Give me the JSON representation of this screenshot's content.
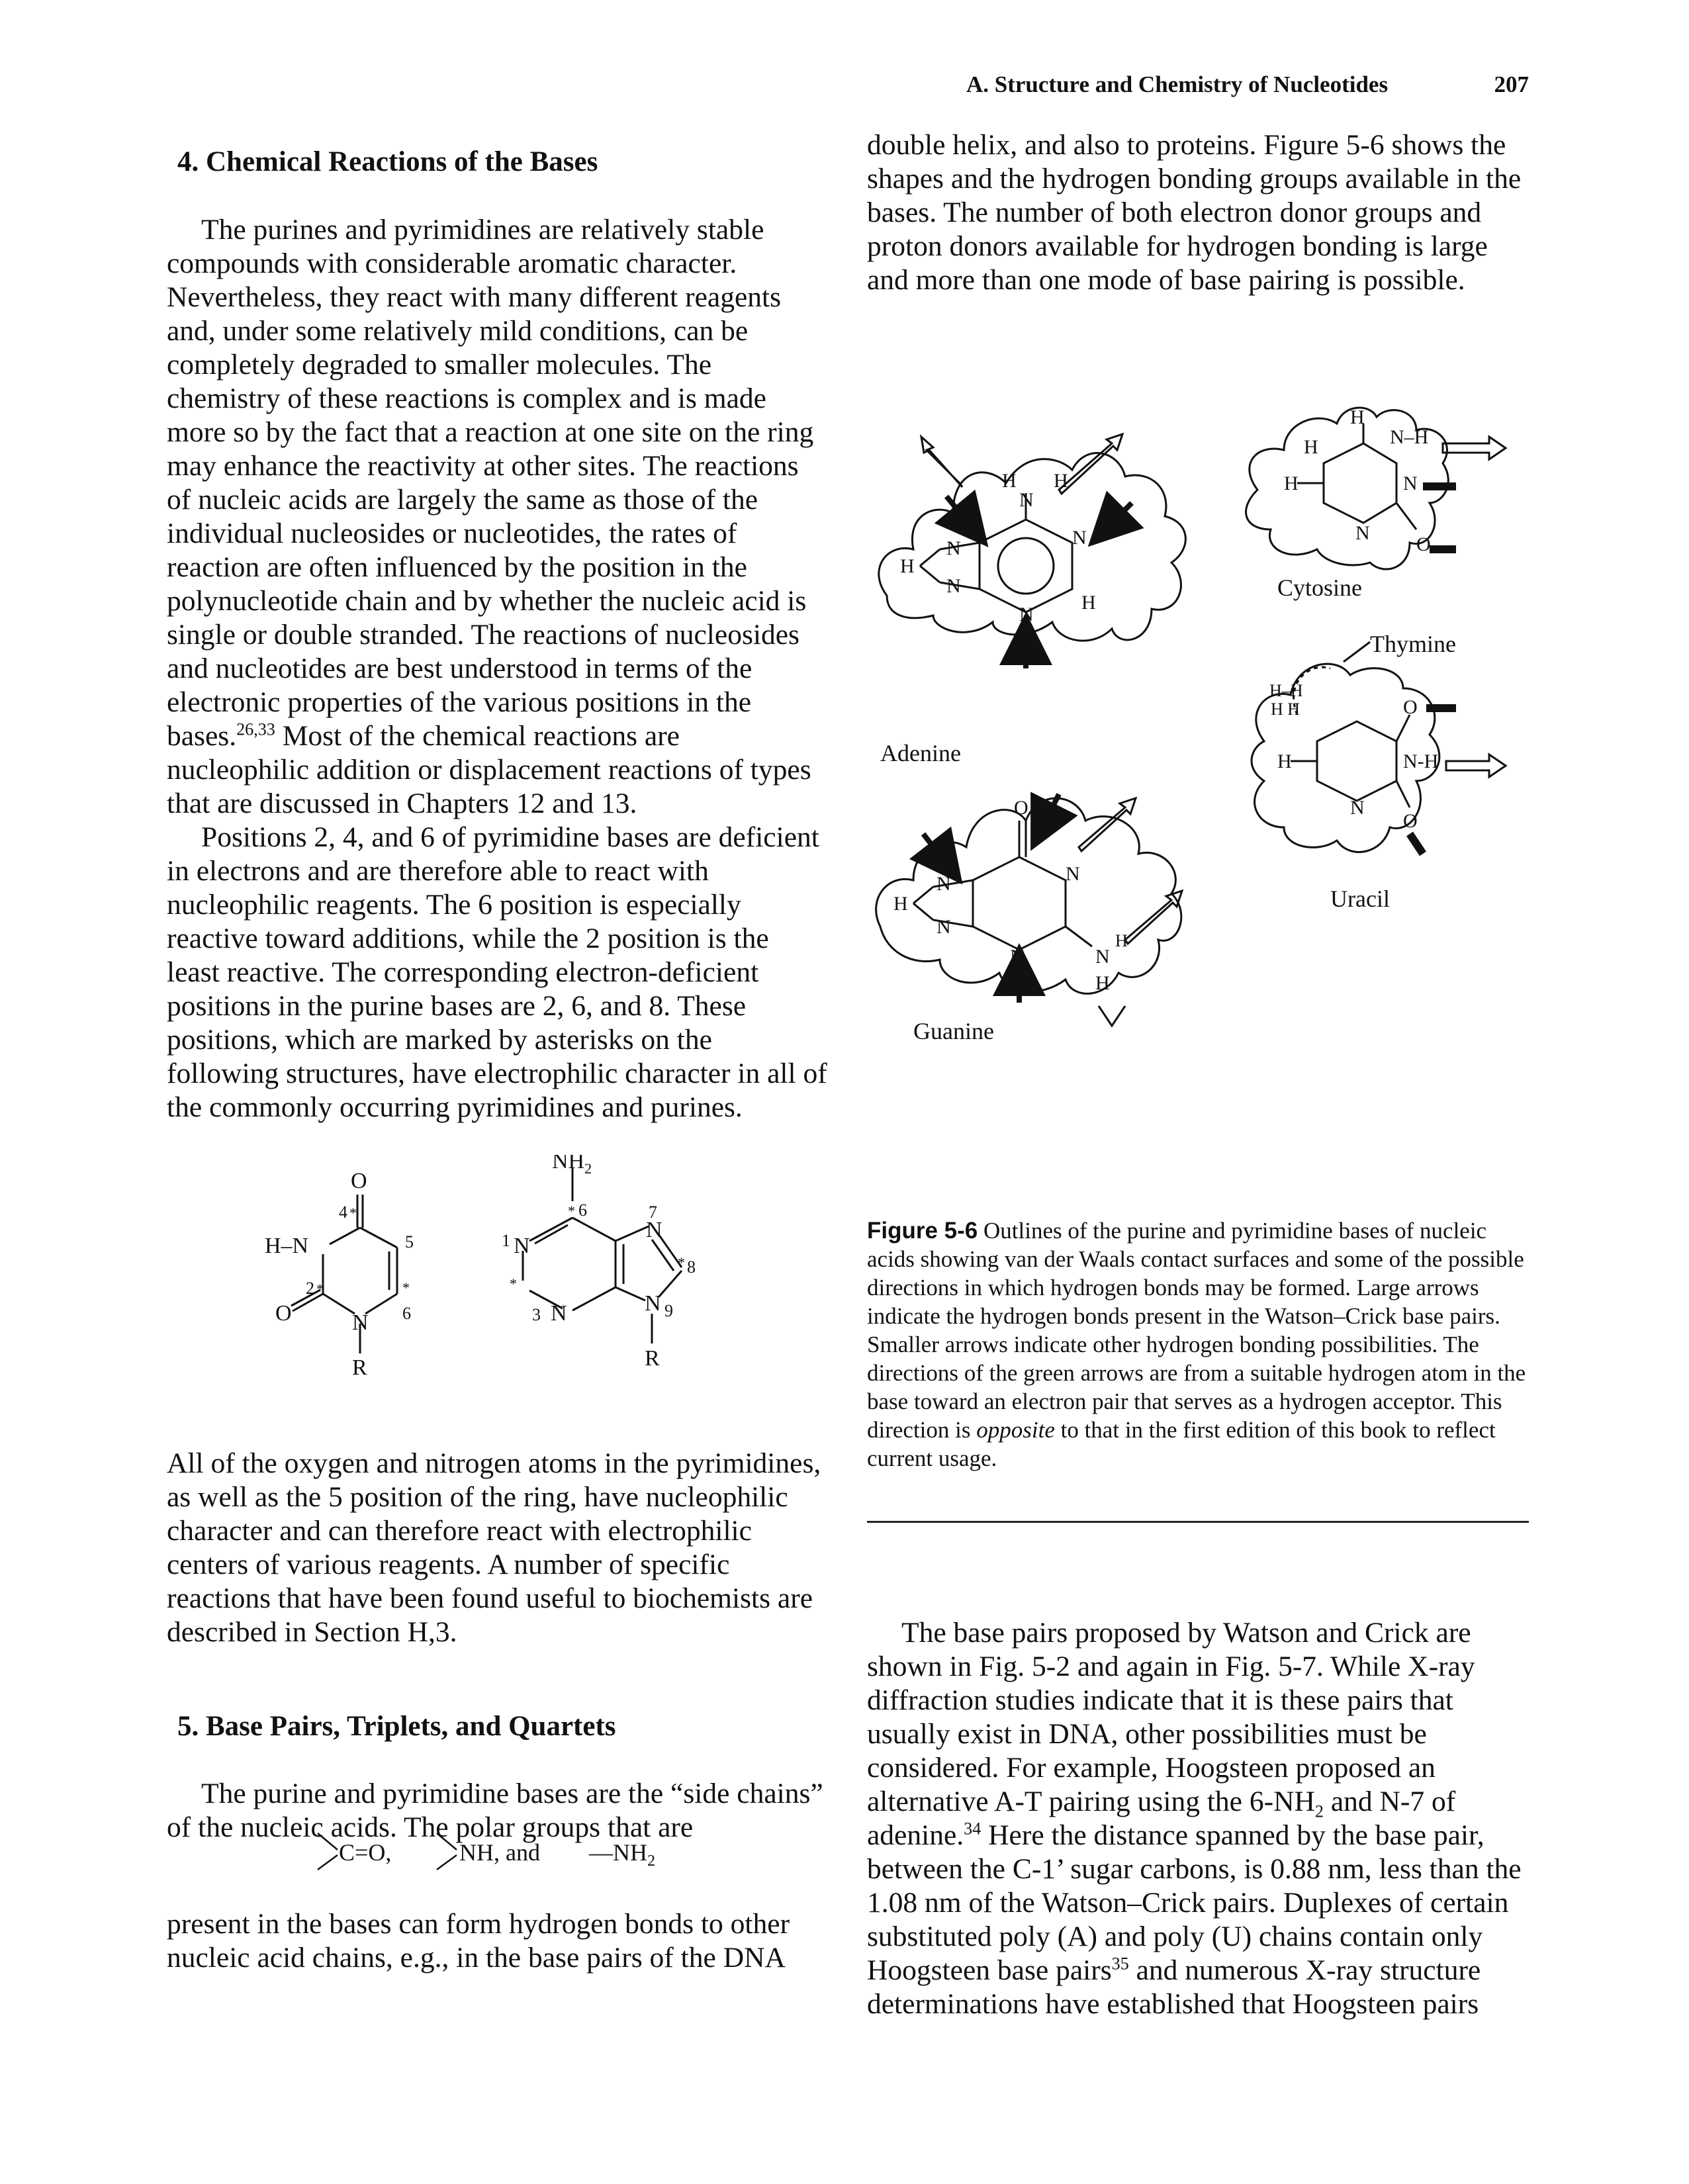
{
  "running_head": {
    "title": "A. Structure and Chemistry of Nucleotides",
    "page_number": "207"
  },
  "section4": {
    "heading": "4. Chemical Reactions of the Bases",
    "para1_a": "The purines and pyrimidines are relatively stable compounds with considerable aromatic character. Nevertheless, they react with many different reagents and, under some relatively mild conditions, can be completely degraded to smaller molecules. The chemistry of these reactions is complex and is made more so by the fact that a reaction at one site on the ring may enhance the reactivity at other sites. The reactions of nucleic acids are largely the same as those of the individual nucleosides or nucleotides, the rates of reaction are often influenced by the position in the polynucleotide chain and by whether the nucleic acid is single or double stranded. The reactions of nucleosides and nucleotides are best understood in terms of the electronic properties of the various positions in the bases.",
    "para1_ref": "26,33",
    "para1_b": " Most of the chemical reactions are nucleophilic addition or displacement reactions of types that are discussed in Chapters 12 and 13.",
    "para2": "Positions 2, 4, and 6 of pyrimidine bases are deficient in electrons and are therefore able to react with nucleophilic reagents. The 6 position is especially reactive toward additions, while the 2 position is the least reactive. The corresponding electron-deficient positions in the purine bases are 2, 6, and 8. These positions, which are marked by asterisks on the following structures, have electrophilic character in all of the commonly occurring pyrimidines and purines.",
    "para3": "All of the oxygen and nitrogen atoms in the pyrimidines, as well as the 5 position of the ring, have nucleophilic character and can therefore react with electrophilic centers of various reagents. A number of specific reactions that have been found useful to biochemists are described in Section H,3."
  },
  "section5": {
    "heading": "5. Base Pairs, Triplets, and Quartets",
    "para1": "The purine and pyrimidine bases are the “side chains” of the nucleic acids. The polar groups that are",
    "groups_formula": {
      "c_o": "C=O,",
      "nh": "NH, and",
      "nh2": "—NH",
      "nh2_sub": "2"
    },
    "para2": "present in the bases can form hydrogen bonds to other nucleic acid chains, e.g., in the base pairs of the DNA"
  },
  "right_column": {
    "para_top": "double helix, and also to proteins. Figure 5-6 shows the shapes and the hydrogen bonding groups available in the bases. The number of both electron donor groups and proton donors available for hydrogen bonding is large and more than one mode of base pairing is possible.",
    "para_bottom_a": "The base pairs proposed by Watson and Crick are shown in Fig. 5-2 and again in Fig. 5-7. While X-ray diffraction studies indicate that it is these pairs that usually exist in DNA, other possibilities must be considered. For example, Hoogsteen proposed an alternative A-T pairing using the 6-NH",
    "para_bottom_sub": "2",
    "para_bottom_b": " and N-7 of adenine.",
    "para_bottom_ref1": "34",
    "para_bottom_c": " Here the distance spanned by the base pair, between the C-1’ sugar carbons, is 0.88 nm, less than the 1.08 nm of the Watson–Crick pairs. Duplexes of certain substituted poly (A) and poly (U) chains contain only Hoogsteen base pairs",
    "para_bottom_ref2": "35",
    "para_bottom_d": " and numerous X-ray structure determinations have established that Hoogsteen pairs"
  },
  "figure": {
    "labels": {
      "adenine": "Adenine",
      "cytosine": "Cytosine",
      "thymine": "Thymine",
      "guanine": "Guanine",
      "uracil": "Uracil"
    },
    "caption_label": "Figure 5-6",
    "caption_a": " Outlines of the purine and pyrimidine bases of nucleic acids showing van der Waals contact surfaces and some of the possible directions in which hydrogen bonds may be formed. Large arrows indicate the hydrogen bonds present in the Watson–Crick base pairs. Smaller arrows indicate other hydrogen bonding possibilities. The directions of the green arrows are from a suitable hydrogen atom in the base toward an electron pair that serves as a hydrogen acceptor. This direction is ",
    "caption_em": "opposite",
    "caption_b": " to that in the first edition of this book to reflect current usage."
  },
  "numbering_structures": {
    "pyr": {
      "O": "O",
      "HN": "H–N",
      "N": "N",
      "R": "R",
      "n4": "4",
      "n5": "5",
      "n2": "2",
      "n6": "6",
      "star": "*"
    },
    "pur": {
      "NH2": "NH",
      "NH2_sub": "2",
      "n1": "1",
      "n6": "6",
      "n7": "7",
      "n8": "8",
      "n3": "3",
      "n9": "9",
      "N": "N",
      "R": "R",
      "star": "*"
    }
  }
}
